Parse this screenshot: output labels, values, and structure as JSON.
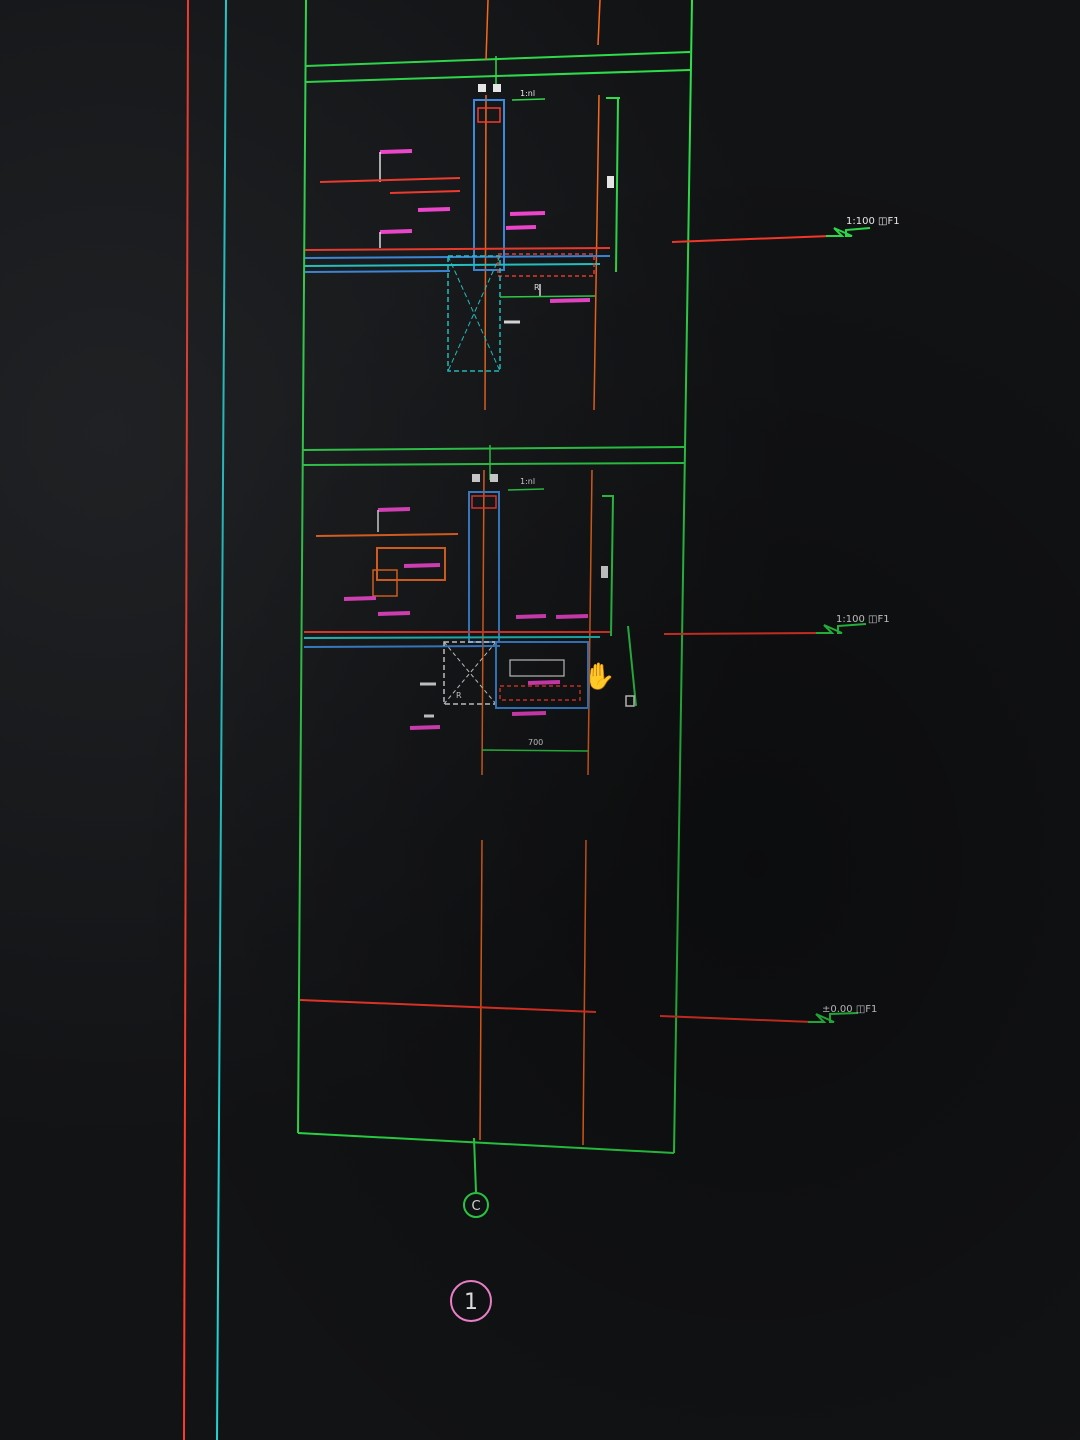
{
  "app": {
    "background": "#121315",
    "layer_colors": {
      "grid": "#2de04a",
      "red": "#ff3a2a",
      "orange": "#ff6a1a",
      "cyan": "#20d2d2",
      "blue": "#3a8fe8",
      "magenta": "#ff45d8",
      "white": "#f0f0f0"
    }
  },
  "axes": {
    "column_label": "C",
    "detail_label": "1"
  },
  "elevations": [
    {
      "text": "1:100  ◫F1"
    },
    {
      "text": "1:100  ◫F1"
    },
    {
      "text": "±0.00  ◫F1"
    }
  ],
  "section_top": {
    "pin_text": "1:nl",
    "small_label": "R"
  },
  "section_mid": {
    "pin_text": "1:nl",
    "small_label": "R",
    "dim_label": "700"
  },
  "cursor": {
    "icon": "hand-pointer-icon"
  }
}
